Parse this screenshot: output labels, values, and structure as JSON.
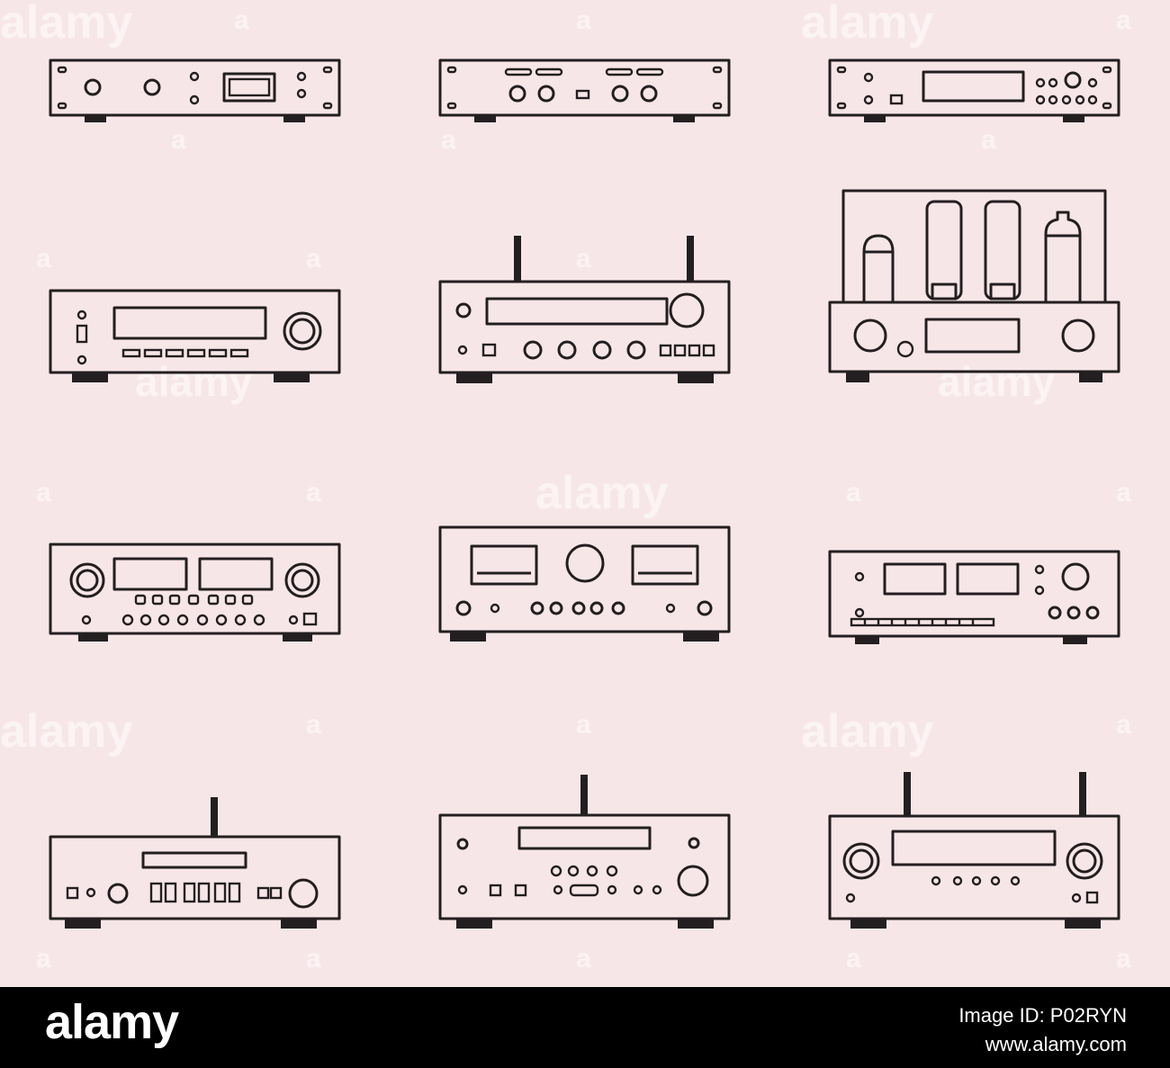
{
  "watermark": {
    "text": "alamy",
    "mark": "a"
  },
  "footer": {
    "brand": "alamy",
    "image_id": "Image ID: P02RYN",
    "site": "www.alamy.com"
  },
  "icons": [
    "rack-unit-icon-1",
    "rack-unit-icon-2",
    "rack-unit-icon-3",
    "receiver-icon-1",
    "receiver-with-antennas-icon",
    "tube-amplifier-icon",
    "vu-meter-amplifier-icon-1",
    "vu-meter-amplifier-icon-2",
    "cassette-deck-icon",
    "network-player-icon",
    "av-receiver-icon-1",
    "av-receiver-icon-2"
  ],
  "colors": {
    "background": "#f7e6e8",
    "stroke": "#231f20",
    "footer": "#000000"
  }
}
